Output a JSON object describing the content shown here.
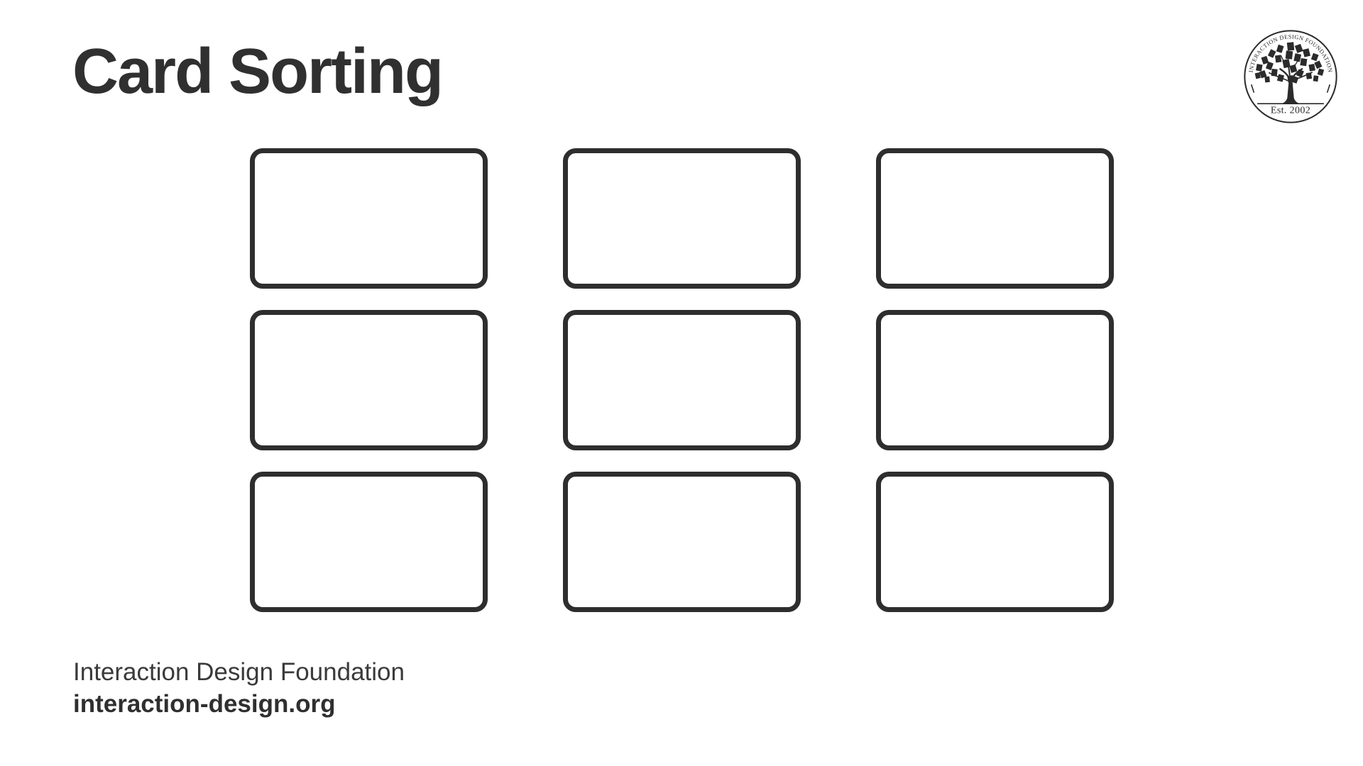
{
  "slide": {
    "title": "Card Sorting",
    "background_color": "#ffffff",
    "title_color": "#303030"
  },
  "logo": {
    "name": "interaction-design-foundation-seal",
    "arc_text": "INTERACTION DESIGN FOUNDATION",
    "established": "Est. 2002",
    "color": "#2b2b2b"
  },
  "card_grid": {
    "rows": 3,
    "columns": 3,
    "border_color": "#2e2e2e",
    "cards": [
      {
        "label": ""
      },
      {
        "label": ""
      },
      {
        "label": ""
      },
      {
        "label": ""
      },
      {
        "label": ""
      },
      {
        "label": ""
      },
      {
        "label": ""
      },
      {
        "label": ""
      },
      {
        "label": ""
      }
    ]
  },
  "footer": {
    "organization": "Interaction Design Foundation",
    "website": "interaction-design.org"
  }
}
